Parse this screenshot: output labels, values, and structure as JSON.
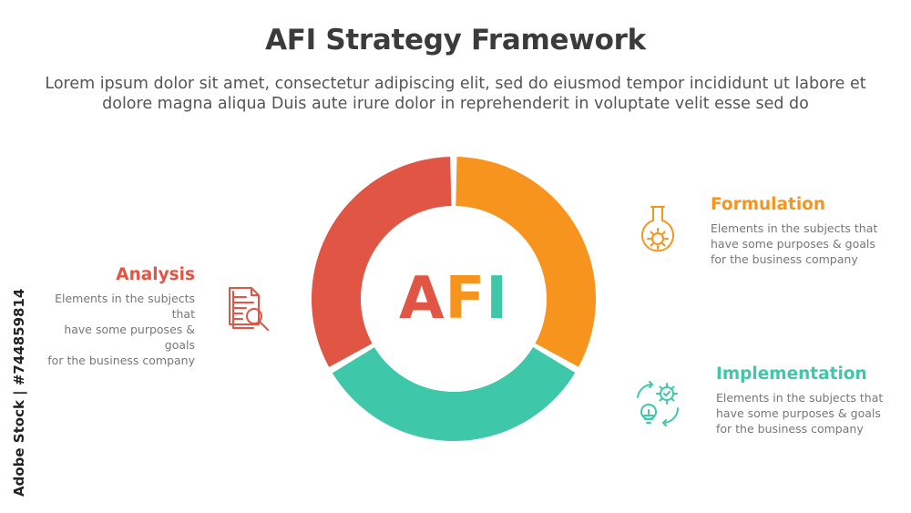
{
  "title": "AFI Strategy Framework",
  "subtitle": "Lorem ipsum dolor sit amet, consectetur adipiscing elit, sed do eiusmod tempor incididunt ut labore et dolore magna aliqua Duis aute irure dolor in reprehenderit in voluptate velit esse sed do",
  "center": {
    "letters": [
      "A",
      "F",
      "I"
    ],
    "colors": [
      "#e05544",
      "#f7941d",
      "#3ec8a9"
    ]
  },
  "segments": [
    {
      "name": "Analysis",
      "color": "#e05544",
      "share": 0.333
    },
    {
      "name": "Formulation",
      "color": "#f7941d",
      "share": 0.333
    },
    {
      "name": "Implementation",
      "color": "#3ec8a9",
      "share": 0.333
    }
  ],
  "analysis": {
    "heading": "Analysis",
    "description": "Elements in the subjects that\nhave  some purposes & goals\nfor the  business company",
    "color": "#e05544",
    "icon": "document-magnifier-icon"
  },
  "formulation": {
    "heading": "Formulation",
    "description": "Elements in the subjects that\nhave  some purposes & goals\nfor the  business company",
    "color": "#f7941d",
    "icon": "flask-gear-icon"
  },
  "implementation": {
    "heading": "Implementation",
    "description": "Elements in the subjects that\nhave  some purposes & goals\nfor the  business company",
    "color": "#3ec8a9",
    "icon": "gear-bulb-cycle-icon"
  },
  "side_credit": "Adobe Stock | #744859814"
}
